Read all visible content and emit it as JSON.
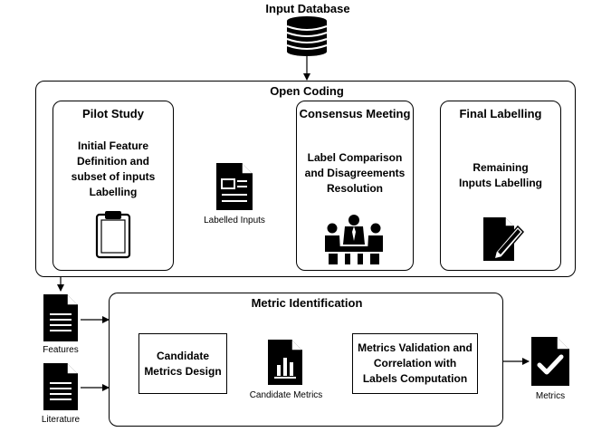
{
  "input_database": {
    "label": "Input Database",
    "icon": "database-icon"
  },
  "open_coding": {
    "title": "Open Coding",
    "pilot_study": {
      "title": "Pilot Study",
      "text_lines": [
        "Initial Feature",
        "Definition and",
        "subset of inputs",
        "Labelling"
      ],
      "icon": "clipboard-icon"
    },
    "labelled_inputs": {
      "label": "Labelled Inputs",
      "icon": "document-icon"
    },
    "consensus_meeting": {
      "title": "Consensus Meeting",
      "text_lines": [
        "Label Comparison",
        "and Disagreements",
        "Resolution"
      ],
      "icon": "meeting-people-icon"
    },
    "final_labelling": {
      "title": "Final Labelling",
      "text_lines": [
        "Remaining",
        "Inputs Labelling"
      ],
      "icon": "edit-document-icon"
    }
  },
  "features": {
    "label": "Features",
    "icon": "document-lines-icon"
  },
  "literature": {
    "label": "Literature",
    "icon": "document-lines-icon"
  },
  "metric_identification": {
    "title": "Metric Identification",
    "candidate_design": {
      "text_lines": [
        "Candidate",
        "Metrics Design"
      ]
    },
    "candidate_metrics": {
      "label": "Candidate Metrics",
      "icon": "bar-chart-document-icon"
    },
    "validation": {
      "text_lines": [
        "Metrics Validation and",
        "Correlation with",
        "Labels Computation"
      ]
    }
  },
  "metrics": {
    "label": "Metrics",
    "icon": "checkmark-document-icon"
  }
}
